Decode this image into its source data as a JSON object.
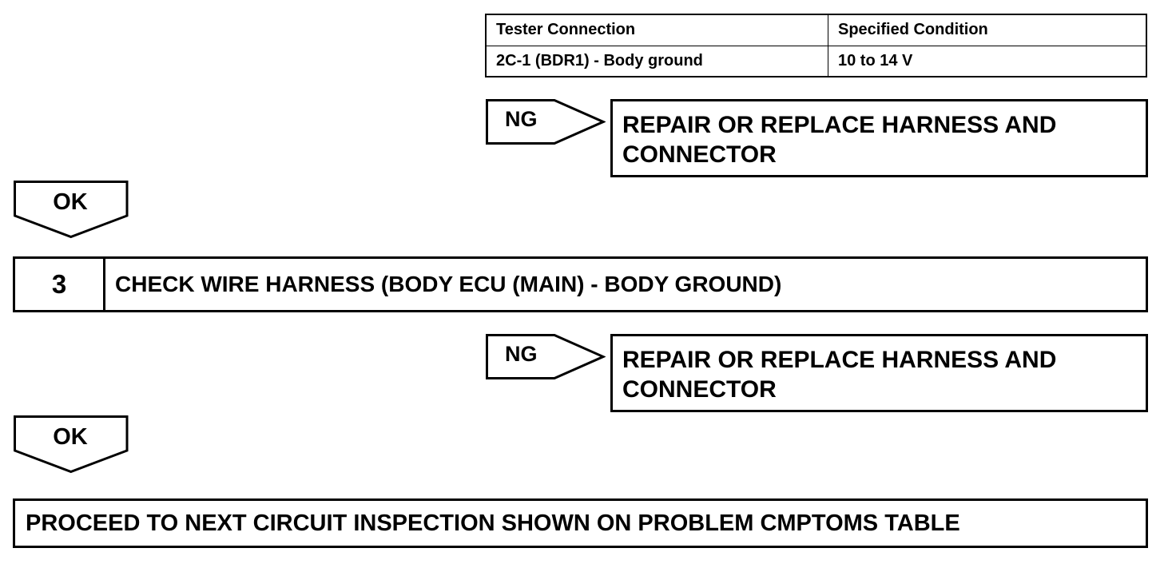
{
  "spec_table": {
    "headers": [
      "Tester Connection",
      "Specified Condition"
    ],
    "rows": [
      [
        "2C-1 (BDR1) - Body ground",
        "10 to 14 V"
      ]
    ]
  },
  "branch_1": {
    "ng_label": "NG",
    "action_line1": "REPAIR OR REPLACE HARNESS AND",
    "action_line2": "CONNECTOR",
    "ok_label": "OK"
  },
  "step_3": {
    "number": "3",
    "title": "CHECK WIRE HARNESS (BODY ECU (MAIN) - BODY GROUND)"
  },
  "branch_2": {
    "ng_label": "NG",
    "action_line1": "REPAIR OR REPLACE HARNESS AND",
    "action_line2": "CONNECTOR",
    "ok_label": "OK"
  },
  "final_step": {
    "text": "PROCEED TO NEXT CIRCUIT INSPECTION SHOWN ON PROBLEM CMPTOMS TABLE"
  }
}
